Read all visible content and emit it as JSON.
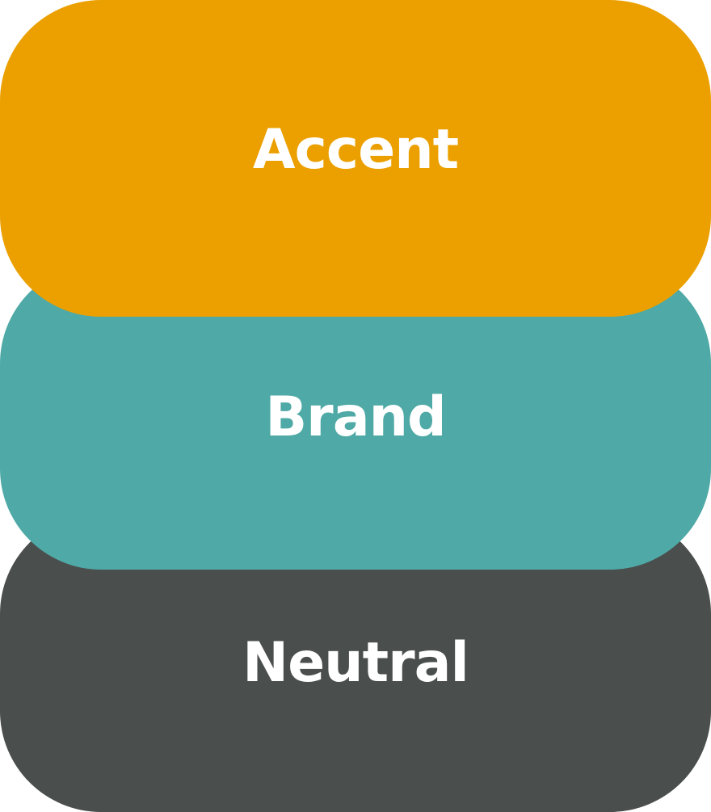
{
  "layers": {
    "accent": {
      "label": "Accent",
      "color": "#EBA000"
    },
    "brand": {
      "label": "Brand",
      "color": "#4FA9A6"
    },
    "neutral": {
      "label": "Neutral",
      "color": "#4A4E4D"
    }
  }
}
